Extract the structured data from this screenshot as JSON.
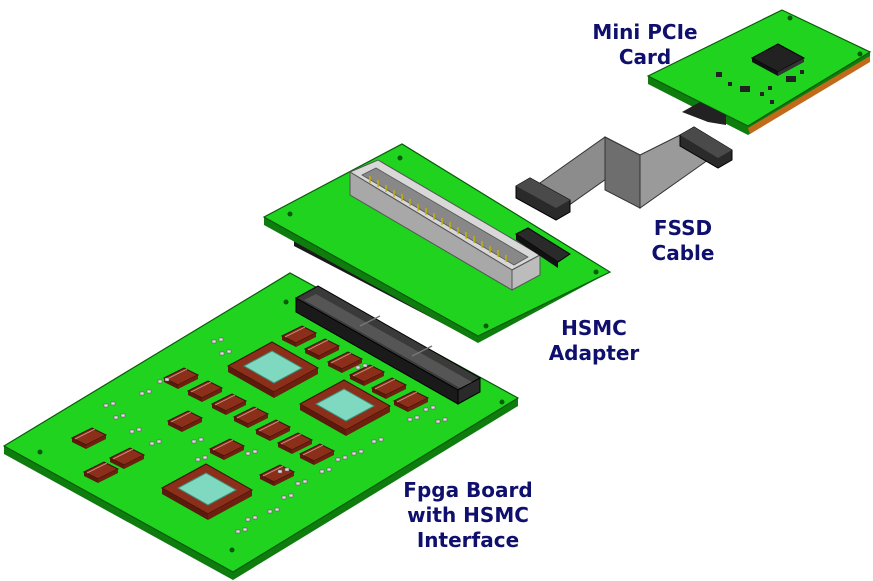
{
  "labels": {
    "mini_pcie": [
      "Mini PCIe",
      "Card"
    ],
    "fssd": [
      "FSSD",
      "Cable"
    ],
    "hsmc_adapter": [
      "HSMC",
      "Adapter"
    ],
    "fpga": [
      "Fpga Board",
      "with HSMC",
      "Interface"
    ]
  },
  "colors": {
    "pcb": "#1fd31f",
    "pcb_edge": "#0e7d0e",
    "ic_body": "#8b2e1a",
    "ic_top": "#c0c0c0",
    "fpga_die": "#7fd9c0",
    "connector": "#3a3a3a",
    "cable": "#8c8c8c",
    "label": "#0f0f6e"
  }
}
